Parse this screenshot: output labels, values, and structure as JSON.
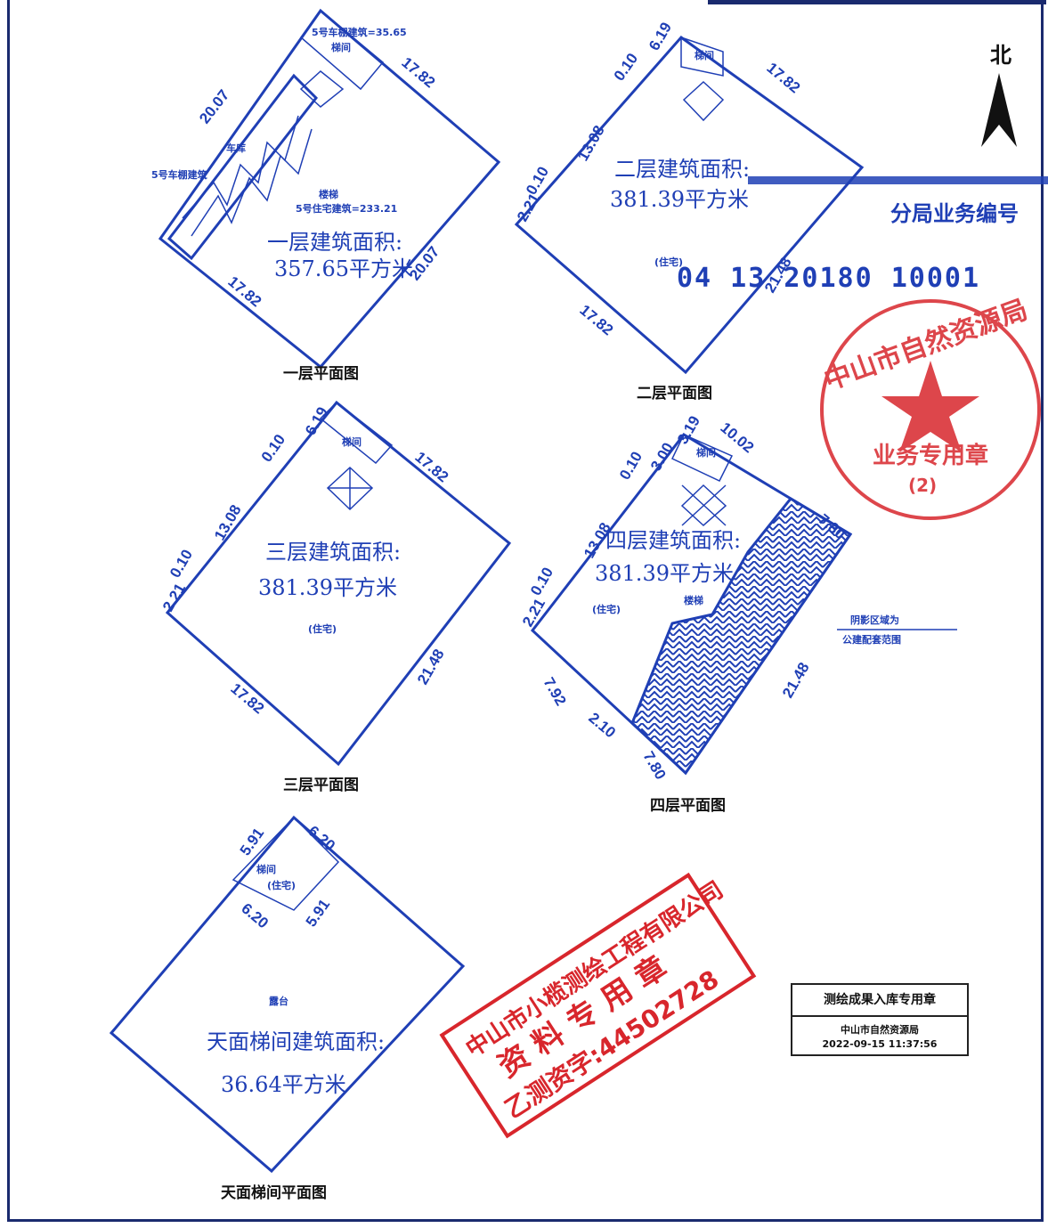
{
  "north_label": "北",
  "plans": {
    "floor1": {
      "caption": "一层平面图",
      "area_label": "一层建筑面积:",
      "area_value": "357.65平方米",
      "dims": [
        "20.07",
        "17.82",
        "17.82",
        "20.07"
      ],
      "notes": [
        "5号车棚建筑=35.65",
        "梯间",
        "车库",
        "5号车棚建筑",
        "楼梯",
        "5号住宅建筑=233.21"
      ]
    },
    "floor2": {
      "caption": "二层平面图",
      "area_label": "二层建筑面积:",
      "area_value": "381.39平方米",
      "dims": [
        "6.19",
        "0.10",
        "17.82",
        "13.08",
        "0.10",
        "2.21",
        "17.82",
        "21.48"
      ],
      "notes": [
        "梯间",
        "(住宅)"
      ]
    },
    "floor3": {
      "caption": "三层平面图",
      "area_label": "三层建筑面积:",
      "area_value": "381.39平方米",
      "use": "(住宅)",
      "dims": [
        "6.19",
        "0.10",
        "17.82",
        "13.08",
        "0.10",
        "2.21",
        "17.82",
        "21.48"
      ],
      "notes": [
        "梯间"
      ]
    },
    "floor4": {
      "caption": "四层平面图",
      "area_label": "四层建筑面积:",
      "area_value": "381.39平方米",
      "use": "(住宅)",
      "dims": [
        "3.19",
        "3.00",
        "0.10",
        "10.02",
        "13.08",
        "0.10",
        "2.21",
        "7.80",
        "7.92",
        "2.10",
        "7.80",
        "21.48"
      ],
      "notes": [
        "梯间",
        "楼梯"
      ],
      "legend": [
        "阴影区域为",
        "公建配套范围"
      ]
    },
    "roof": {
      "caption": "天面梯间平面图",
      "area_label": "天面梯间建筑面积:",
      "area_value": "36.64平方米",
      "dims": [
        "5.91",
        "6.20",
        "6.20",
        "5.91"
      ],
      "notes": [
        "梯间",
        "(住宅)",
        "露台"
      ]
    }
  },
  "overprint": {
    "bureau_line": "分局业务编号",
    "serial": "04 13 20180 10001"
  },
  "stamps": {
    "red_seal_text": [
      "中山市自然资源局",
      "业务专用章",
      "(2)"
    ],
    "company_stamp": {
      "line1": "中山市小榄测绘工程有限公司",
      "line2": "资 料 专 用 章",
      "line3": "乙测资字:44502728"
    },
    "archive_stamp": {
      "title": "测绘成果入库专用章",
      "org": "中山市自然资源局",
      "datetime": "2022-09-15 11:37:56"
    }
  },
  "colors": {
    "blueprint": "#1f3fb5",
    "stamp_red": "#d8262c"
  }
}
